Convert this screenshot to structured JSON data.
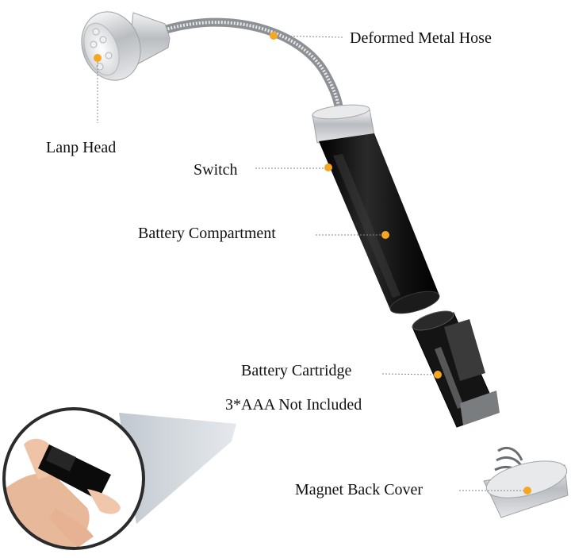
{
  "labels": {
    "hose": "Deformed Metal Hose",
    "lamp_head": "Lanp Head",
    "switch": "Switch",
    "battery_compartment": "Battery Compartment",
    "battery_cartridge": "Battery Cartridge",
    "battery_note": "3*AAA Not Included",
    "magnet_cover": "Magnet Back Cover"
  },
  "colors": {
    "marker": "#f5a623",
    "leader": "#888888",
    "tube": "#0d0d0d",
    "silver": "#c9ccd0",
    "beam": "#c5ccd3"
  }
}
